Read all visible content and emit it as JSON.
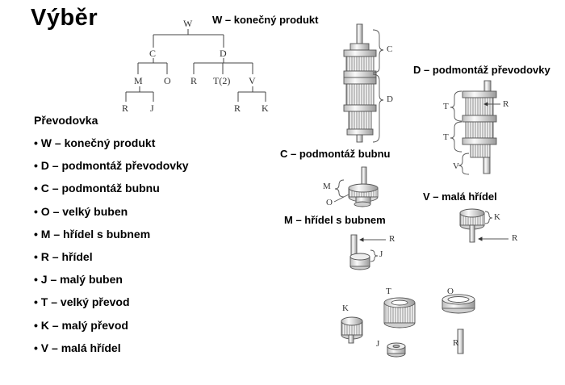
{
  "title": "Výběr",
  "header_label": "W – konečný produkt",
  "tree": {
    "root": "W",
    "level1": [
      "C",
      "D"
    ],
    "c_children": [
      "M",
      "O"
    ],
    "d_children": [
      "R",
      "T(2)",
      "V"
    ],
    "m_children": [
      "R",
      "J"
    ],
    "v_children": [
      "R",
      "K"
    ]
  },
  "legend": {
    "heading": "Převodovka",
    "items": [
      "• W – konečný produkt",
      "• D – podmontáž převodovky",
      "• C – podmontáž bubnu",
      "• O – velký buben",
      "• M – hřídel s bubnem",
      "• R – hřídel",
      "• J – malý buben",
      "• T – velký převod",
      "• K – malý převod",
      "• V – malá hřídel"
    ]
  },
  "figure_titles": {
    "d_sub": "D – podmontáž převodovky",
    "c_sub": "C – podmontáž bubnu",
    "v_sub": "V – malá hřídel",
    "m_sub": "M – hřídel s bubnem"
  },
  "figure_labels": {
    "w_c": "C",
    "w_d": "D",
    "d_r": "R",
    "d_t1": "T",
    "d_t2": "T",
    "d_v": "V",
    "c_m": "M",
    "c_o": "O",
    "v_k": "K",
    "v_r": "R",
    "m_r": "R",
    "m_j": "J",
    "p_k": "K",
    "p_t": "T",
    "p_o": "O",
    "p_j": "J",
    "p_r": "R"
  }
}
